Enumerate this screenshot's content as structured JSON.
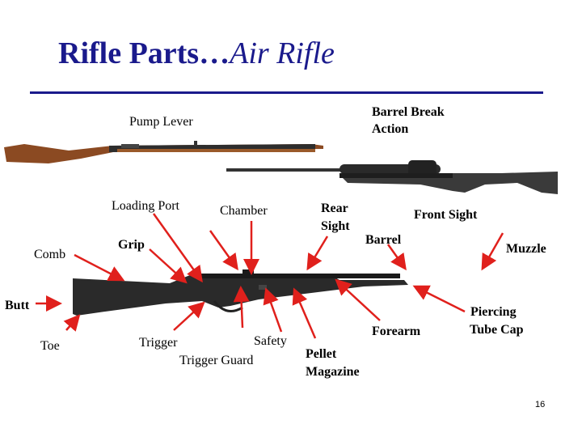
{
  "title": {
    "main": "Rifle Parts…",
    "italic": "Air Rifle"
  },
  "labels": {
    "pump_lever": "Pump Lever",
    "barrel_break_1": "Barrel Break",
    "barrel_break_2": "Action",
    "loading_port": "Loading Port",
    "chamber": "Chamber",
    "rear_sight_1": "Rear",
    "rear_sight_2": "Sight",
    "front_sight": "Front Sight",
    "barrel": "Barrel",
    "comb": "Comb",
    "grip": "Grip",
    "muzzle": "Muzzle",
    "butt": "Butt",
    "piercing_1": "Piercing",
    "piercing_2": "Tube Cap",
    "toe": "Toe",
    "trigger": "Trigger",
    "safety": "Safety",
    "trigger_guard": "Trigger Guard",
    "pellet_1": "Pellet",
    "pellet_2": "Magazine",
    "forearm": "Forearm"
  },
  "page_number": "16",
  "colors": {
    "title": "#1a1a8c",
    "arrow": "#e0201c",
    "wood": "#8b4a22",
    "stock": "#2a2a2a"
  }
}
